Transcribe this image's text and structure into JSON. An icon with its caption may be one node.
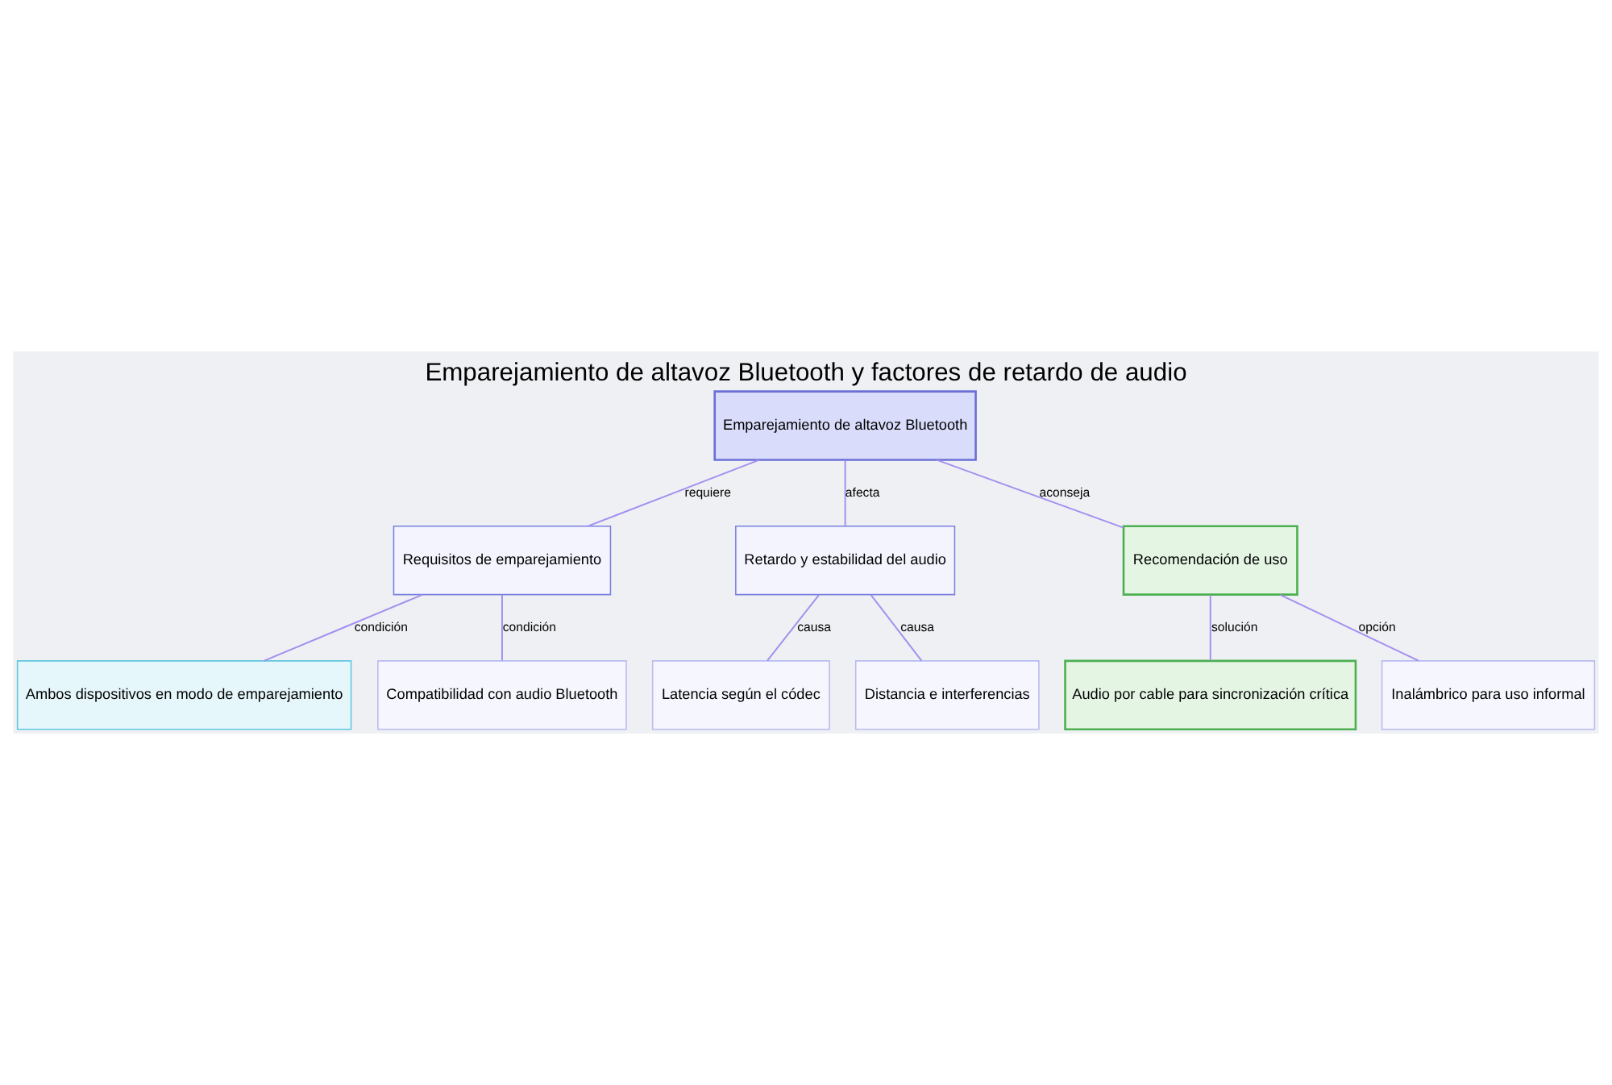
{
  "diagram": {
    "title": "Emparejamiento de altavoz Bluetooth y factores de retardo de audio",
    "nodes": [
      {
        "text": [
          "Emparejamiento de altavoz Bluetooth"
        ]
      },
      {
        "text": [
          "Requisitos de emparejamiento"
        ]
      },
      {
        "text": [
          "Retardo y estabilidad del audio"
        ]
      },
      {
        "text": [
          "Recomendación de uso"
        ]
      },
      {
        "text": [
          "Ambos dispositivos en modo de emparejamiento"
        ]
      },
      {
        "text": [
          "Compatibilidad con audio Bluetooth"
        ]
      },
      {
        "text": [
          "Latencia según el códec"
        ]
      },
      {
        "text": [
          "Distancia e interferencias"
        ]
      },
      {
        "text": [
          "Audio por cable para sincronización crítica"
        ]
      },
      {
        "text": [
          "Inalámbrico para uso informal"
        ]
      }
    ],
    "edges": [
      {
        "from": 0,
        "to": 1,
        "arrow": "none",
        "label": "requiere"
      },
      {
        "from": 0,
        "to": 2,
        "arrow": "none",
        "label": "afecta"
      },
      {
        "from": 0,
        "to": 3,
        "arrow": "none",
        "label": "aconseja"
      },
      {
        "from": 1,
        "to": 4,
        "arrow": "none",
        "label": "condición"
      },
      {
        "from": 1,
        "to": 5,
        "arrow": "none",
        "label": "condición"
      },
      {
        "from": 2,
        "to": 6,
        "arrow": "none",
        "label": "causa"
      },
      {
        "from": 2,
        "to": 7,
        "arrow": "none",
        "label": "causa"
      },
      {
        "from": 3,
        "to": 8,
        "arrow": "none",
        "label": "solución"
      },
      {
        "from": 3,
        "to": 9,
        "arrow": "none",
        "label": "opción"
      }
    ]
  }
}
